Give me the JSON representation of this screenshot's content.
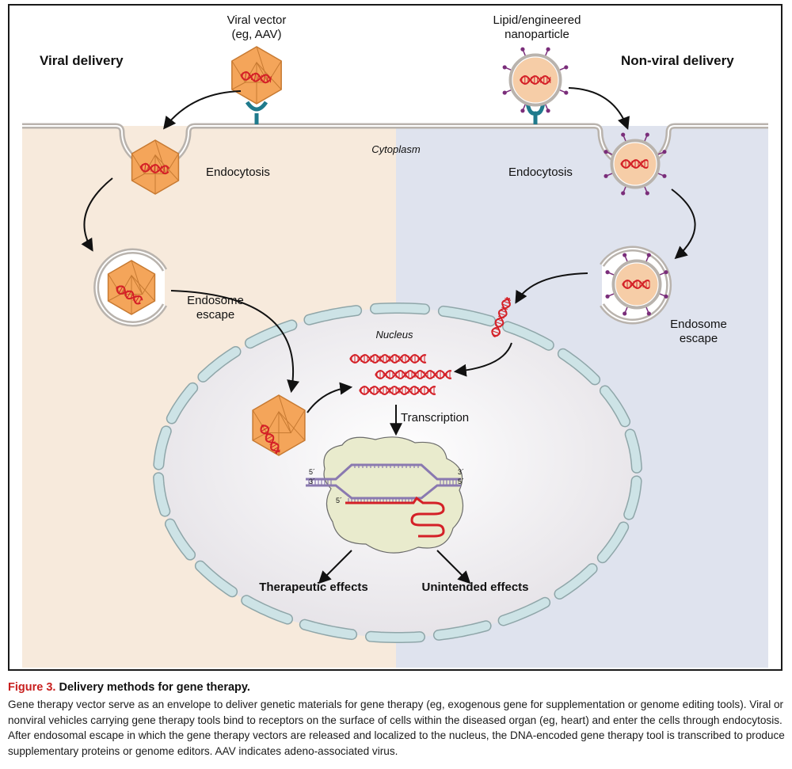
{
  "figure": {
    "labels": {
      "viral_delivery": "Viral delivery",
      "nonviral_delivery": "Non-viral delivery",
      "viral_vector": "Viral vector\n(eg, AAV)",
      "nanoparticle": "Lipid/engineered\nnanoparticle",
      "cytoplasm": "Cytoplasm",
      "endocytosis_left": "Endocytosis",
      "endocytosis_right": "Endocytosis",
      "endosome_escape_left": "Endosome\nescape",
      "endosome_escape_right": "Endosome\nescape",
      "nucleus": "Nucleus",
      "transcription": "Transcription",
      "therapeutic_effects": "Therapeutic effects",
      "unintended_effects": "Unintended effects",
      "five_prime_left": "5´",
      "three_prime_left": "3´",
      "three_prime_right": "3´",
      "five_prime_right": "5´",
      "five_prime_rna": "5´"
    },
    "colors": {
      "viral_bg": "#f7eadc",
      "nonviral_bg": "#dfe3ee",
      "capsid": "#f4a55a",
      "dna": "#d42027",
      "membrane": "#b9b3ad",
      "nuclear_pore": "#cde3e6",
      "receptor": "#1f7a8c",
      "lipid_ligand": "#7a2d7a",
      "rna_pol": "#e9ebcd"
    }
  },
  "caption": {
    "figure_number": "Figure 3.",
    "title": "Delivery methods for gene therapy.",
    "body": "Gene therapy vector serve as an envelope to deliver genetic materials for gene therapy (eg, exogenous gene for supplementation or genome editing tools). Viral or nonviral vehicles carrying gene therapy tools bind to receptors on the surface of cells within the diseased organ (eg, heart) and enter the cells through endocytosis. After endosomal escape in which the gene therapy vectors are released and localized to the nucleus, the DNA-encoded gene therapy tool is transcribed to produce supplementary proteins or genome editors. AAV indicates adeno-associated virus."
  }
}
